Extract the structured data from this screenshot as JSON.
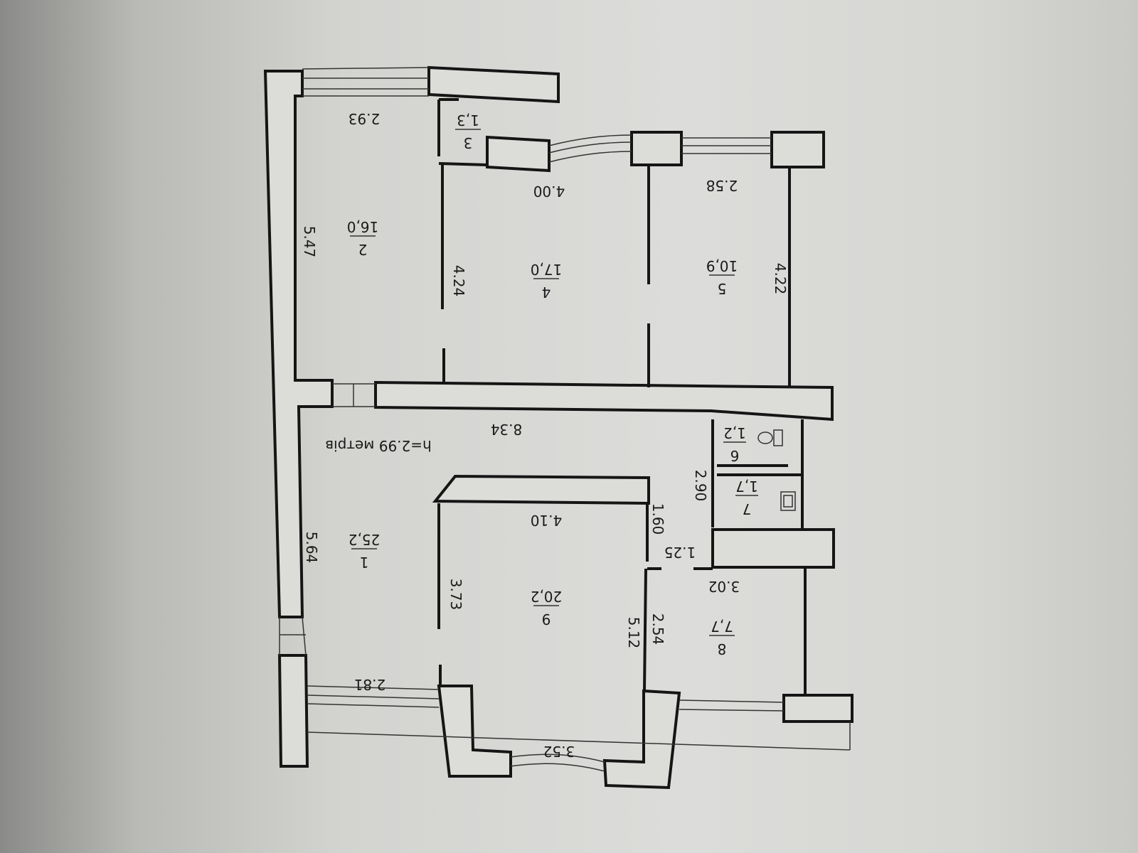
{
  "plan": {
    "ceiling_height": "h=2.99 метрів",
    "rooms": [
      {
        "number": "1",
        "area": "25,2"
      },
      {
        "number": "2",
        "area": "16,0"
      },
      {
        "number": "3",
        "area": "1,3"
      },
      {
        "number": "4",
        "area": "17,0"
      },
      {
        "number": "5",
        "area": "10,9"
      },
      {
        "number": "6",
        "area": "1,2"
      },
      {
        "number": "7",
        "area": "1,7"
      },
      {
        "number": "8",
        "area": "7,7"
      },
      {
        "number": "9",
        "area": "20,2"
      }
    ],
    "dimensions": [
      "2.93",
      "5.47",
      "4.00",
      "4.24",
      "2.58",
      "4.22",
      "8.34",
      "2.90",
      "4.10",
      "1.60",
      "1.25",
      "5.64",
      "3.73",
      "3.02",
      "2.54",
      "5.12",
      "2.81",
      "3.52"
    ]
  }
}
